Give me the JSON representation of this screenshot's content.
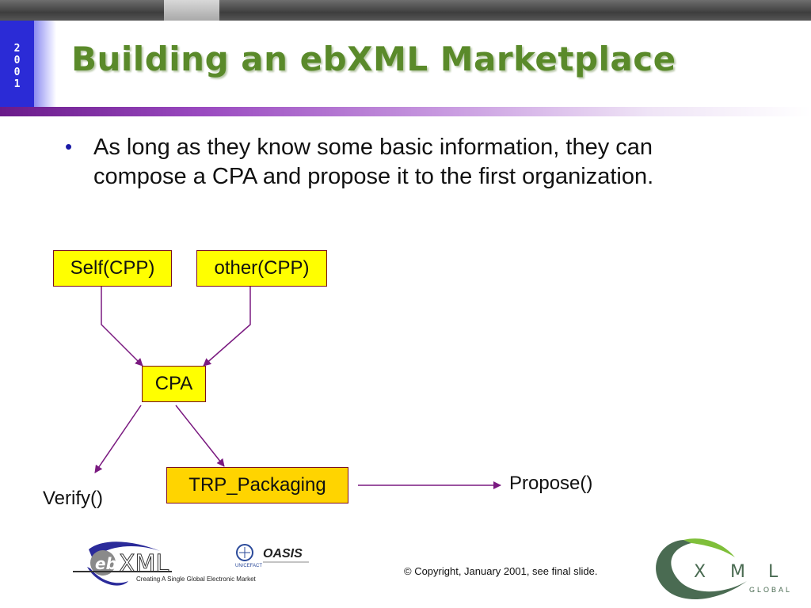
{
  "slide": {
    "year_digits": [
      "2",
      "0",
      "0",
      "1"
    ],
    "title": "Building an ebXML Marketplace",
    "bullet": "As long as they know some basic information,  they can compose a CPA and propose it to the first organization."
  },
  "diagram": {
    "nodes": {
      "self": "Self(CPP)",
      "other": "other(CPP)",
      "cpa": "CPA",
      "trp": "TRP_Packaging"
    },
    "labels": {
      "verify": "Verify()",
      "propose": "Propose()"
    },
    "edges": [
      [
        "self",
        "cpa"
      ],
      [
        "other",
        "cpa"
      ],
      [
        "cpa",
        "verify"
      ],
      [
        "cpa",
        "trp"
      ],
      [
        "trp",
        "propose"
      ]
    ],
    "colors": {
      "node_fill": "#ffff00",
      "trp_fill": "#ffd400",
      "edge": "#7a1a80"
    }
  },
  "footer": {
    "ebxml_tagline": "Creating A Single Global Electronic Market",
    "ebxml_un": "UN/CEFACT",
    "ebxml_oasis": "OASIS",
    "copyright": "© Copyright, January 2001, see final slide.",
    "xml_letters": [
      "X",
      "M",
      "L"
    ],
    "xml_global": "GLOBAL"
  }
}
